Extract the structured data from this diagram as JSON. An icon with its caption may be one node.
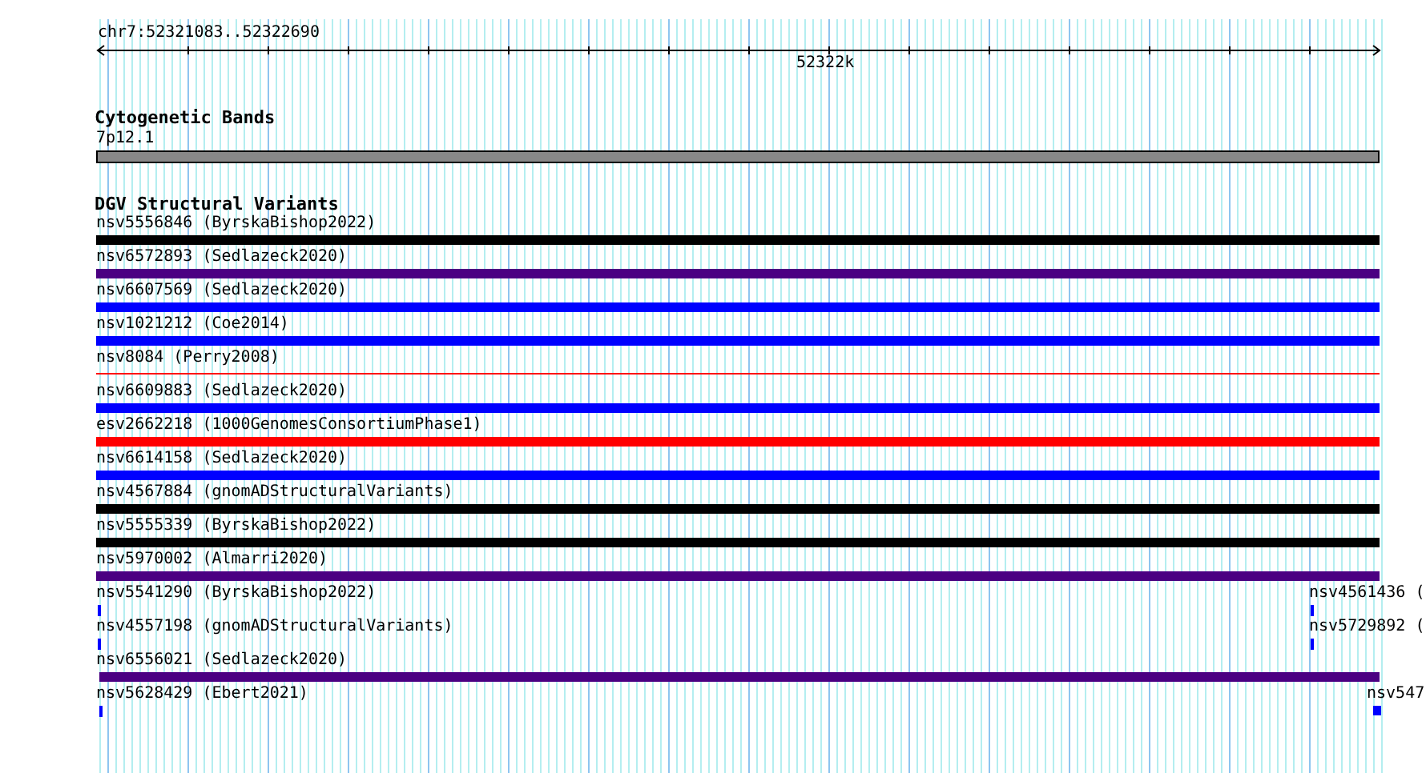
{
  "diagram": {
    "labels": [
      "chr7:52321083..52322690",
      "52322k",
      "Cytogenetic Bands",
      "DGV Structural Variants"
    ],
    "nodes": [
      {
        "text": [
          "7p12.1"
        ]
      },
      {
        "text": [
          "nsv5556846 (ByrskaBishop2022)"
        ]
      },
      {
        "text": [
          "nsv6572893 (Sedlazeck2020)"
        ]
      },
      {
        "text": [
          "nsv6607569 (Sedlazeck2020)"
        ]
      },
      {
        "text": [
          "nsv1021212 (Coe2014)"
        ]
      },
      {
        "text": [
          "nsv8084 (Perry2008)"
        ]
      },
      {
        "text": [
          "nsv6609883 (Sedlazeck2020)"
        ]
      },
      {
        "text": [
          "esv2662218 (1000GenomesConsortiumPhase1)"
        ]
      },
      {
        "text": [
          "nsv6614158 (Sedlazeck2020)"
        ]
      },
      {
        "text": [
          "nsv4567884 (gnomADStructuralVariants)"
        ]
      },
      {
        "text": [
          "nsv5555339 (ByrskaBishop2022)"
        ]
      },
      {
        "text": [
          "nsv5970002 (Almarri2020)"
        ]
      },
      {
        "text": [
          "nsv5541290 (ByrskaBishop2022)"
        ]
      },
      {
        "text": [
          "nsv4561436 ("
        ]
      },
      {
        "text": [
          "nsv4557198 (gnomADStructuralVariants)"
        ]
      },
      {
        "text": [
          "nsv5729892 ("
        ]
      },
      {
        "text": [
          "nsv6556021 (Sedlazeck2020)"
        ]
      },
      {
        "text": [
          "nsv5628429 (Ebert2021)"
        ]
      },
      {
        "text": [
          "nsv547"
        ]
      }
    ]
  }
}
